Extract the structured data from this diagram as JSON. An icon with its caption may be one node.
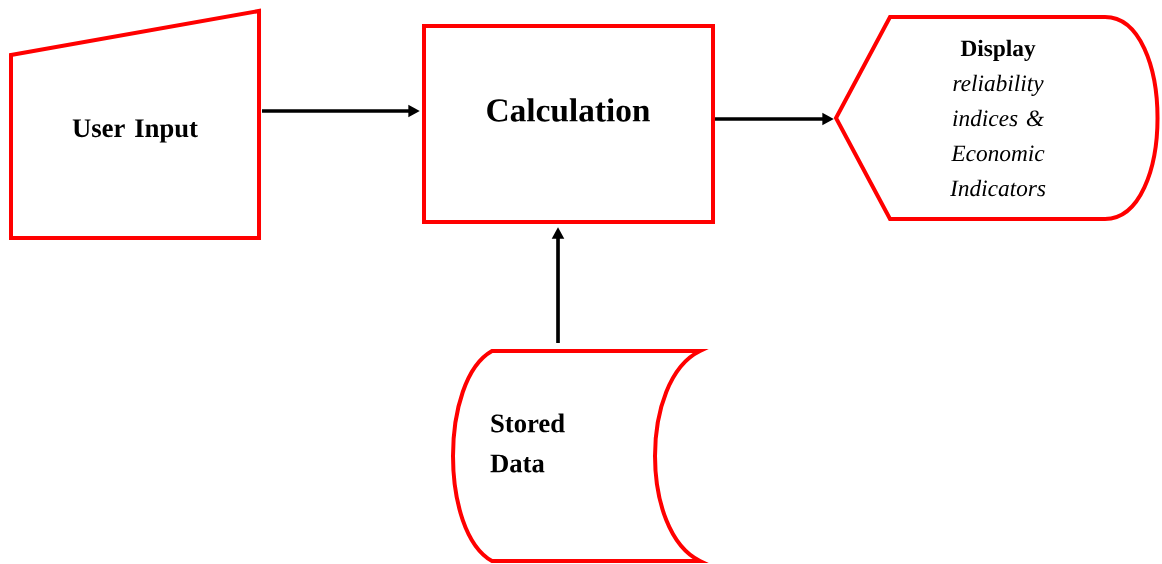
{
  "diagram": {
    "nodes": [
      {
        "text": [
          "User Input"
        ]
      },
      {
        "text": [
          "Calculation"
        ]
      },
      {
        "text": [
          "Display",
          "reliability indices & Economic Indicators"
        ]
      },
      {
        "text": [
          "Stored Data"
        ]
      }
    ],
    "edges": [
      {
        "from": 0,
        "to": 1,
        "arrow": "to"
      },
      {
        "from": 1,
        "to": 2,
        "arrow": "to"
      },
      {
        "from": 3,
        "to": 1,
        "arrow": "to"
      }
    ]
  }
}
